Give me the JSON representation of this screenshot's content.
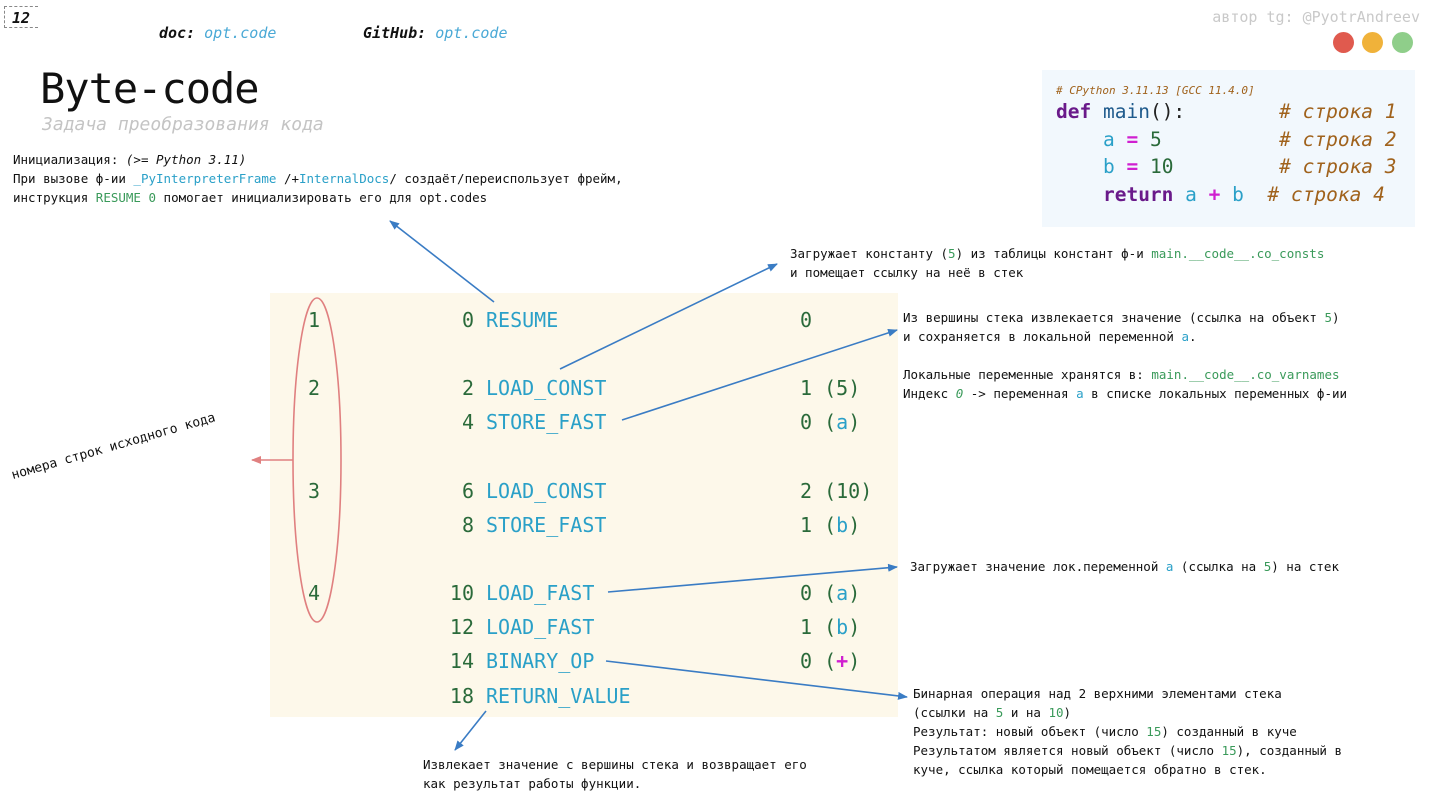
{
  "slide_number": "12",
  "links": {
    "doc_label": "doc:",
    "doc_value": "opt.code",
    "github_label": "GitHub:",
    "github_value": "opt.code"
  },
  "author": "автор tg: @PyotrAndreev",
  "window_dots": {
    "red": "#e05a4e",
    "yellow": "#f0b23a",
    "green": "#8fce8a"
  },
  "title": "Byte-code",
  "subtitle": "Задача преобразования кода",
  "init_note": {
    "line1_label": "Инициализация:",
    "line1_version": "(>= Python 3.11)",
    "line2_pre": "При вызове ф-ии ",
    "line2_frame": "_PyInterpreterFrame",
    "line2_mid": " /+",
    "line2_docs": "InternalDocs",
    "line2_post": "/ создаёт/переиспользует фрейм,",
    "line3_pre": "инструкция ",
    "line3_instr": "RESUME 0",
    "line3_post": " помогает инициализировать его для opt.codes"
  },
  "code": {
    "header": "# CPython 3.11.13 [GCC 11.4.0]",
    "lines": [
      {
        "kw": "def",
        "name": "main",
        "rest": "():",
        "comment": "# строка 1"
      },
      {
        "var": "a",
        "op": "=",
        "val": "5",
        "comment": "# строка 2"
      },
      {
        "var": "b",
        "op": "=",
        "val": "10",
        "comment": "# строка 3"
      },
      {
        "kw": "return",
        "left": "a",
        "op": "+",
        "right": "b",
        "comment": "# строка 4"
      }
    ]
  },
  "bytecode": [
    {
      "line": "1",
      "offset": "0",
      "opname": "RESUME",
      "arg": "0",
      "argval": ""
    },
    {
      "line": "2",
      "offset": "2",
      "opname": "LOAD_CONST",
      "arg": "1",
      "argval": "5"
    },
    {
      "line": "",
      "offset": "4",
      "opname": "STORE_FAST",
      "arg": "0",
      "argval": "a"
    },
    {
      "line": "3",
      "offset": "6",
      "opname": "LOAD_CONST",
      "arg": "2",
      "argval": "10"
    },
    {
      "line": "",
      "offset": "8",
      "opname": "STORE_FAST",
      "arg": "1",
      "argval": "b"
    },
    {
      "line": "4",
      "offset": "10",
      "opname": "LOAD_FAST",
      "arg": "0",
      "argval": "a"
    },
    {
      "line": "",
      "offset": "12",
      "opname": "LOAD_FAST",
      "arg": "1",
      "argval": "b"
    },
    {
      "line": "",
      "offset": "14",
      "opname": "BINARY_OP",
      "arg": "0",
      "argval": "+"
    },
    {
      "line": "",
      "offset": "18",
      "opname": "RETURN_VALUE",
      "arg": "",
      "argval": ""
    }
  ],
  "annotations": {
    "load_const_1": "Загружает константу (",
    "load_const_1_val": "5",
    "load_const_1_mid": ") из таблицы констант ф-и ",
    "load_const_1_attr": "main.__code__.co_consts",
    "load_const_2": "и помещает ссылку на неё в стек",
    "store_fast_1": "Из вершины стека извлекается значение (ссылка на объект ",
    "store_fast_1_val": "5",
    "store_fast_1_end": ")",
    "store_fast_2": "и сохраняется в локальной переменной ",
    "store_fast_2_var": "a",
    "store_fast_2_end": ".",
    "locals_1": "Локальные переменные хранятся в: ",
    "locals_1_attr": "main.__code__.co_varnames",
    "locals_2_pre": "Индекс ",
    "locals_2_idx": "0",
    "locals_2_mid": " -> переменная ",
    "locals_2_var": "a",
    "locals_2_post": " в списке локальных переменных ф-ии",
    "load_fast_pre": "Загружает значение лок.переменной ",
    "load_fast_var": "a",
    "load_fast_mid": " (ссылка на ",
    "load_fast_val": "5",
    "load_fast_post": ") на стек",
    "binop_1": "Бинарная операция над 2 верхними элементами стека",
    "binop_2_pre": "(ссылки на ",
    "binop_2_a": "5",
    "binop_2_mid": " и на ",
    "binop_2_b": "10",
    "binop_2_post": ")",
    "binop_3_pre": "Результат: новый объект (число ",
    "binop_3_val": "15",
    "binop_3_post": ") созданный в куче",
    "binop_4_pre": "Результатом является новый объект (число ",
    "binop_4_val": "15",
    "binop_4_post": "), созданный в",
    "binop_5": "куче, ссылка который помещается обратно в стек.",
    "return_1": "Извлекает значение с вершины стека и возвращает его",
    "return_2": "как результат работы функции.",
    "line_numbers": "номера строк исходного кода"
  }
}
